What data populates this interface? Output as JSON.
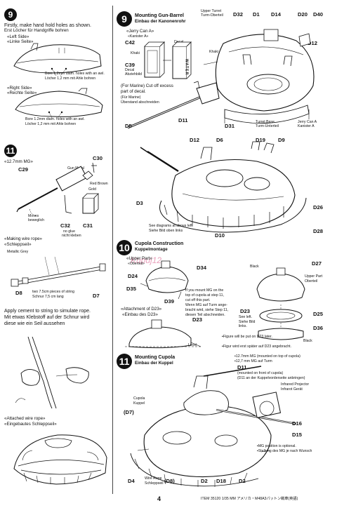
{
  "left": {
    "step9_num": "9",
    "step9_line1": "Firstly, make hand hold holes as shown.",
    "step9_line2": "Erst Löcher für Handgriffe bohren",
    "left_side_en": "«Left Side»",
    "left_side_de": "«Linke Seite»",
    "bore1_en": "Bore 1.2mm diam. holes with an awl.",
    "bore1_de": "Löcher 1,2 mm mit Ahle bohren",
    "right_side_en": "«Right Side»",
    "right_side_de": "«Rechte Seite»",
    "bore2_en": "Bore 1.2mm diam. holes with an awl.",
    "bore2_de": "Löcher 1,2 mm mit Ahle bohren",
    "step11_num": "11",
    "mg_title": "«12.7mm MG»",
    "gun_metal": "Gun Metal",
    "red_brown": "Red Brown",
    "gold": "Gold",
    "moves_en": "Moves",
    "moves_de": "beweglich",
    "no_glue_en": "no glue",
    "no_glue_de": "nicht kleben",
    "wire_rope_en": "«Making wire rope»",
    "wire_rope_de": "«Schleppseil»",
    "metallic_grey": "Metallic Grey",
    "string_en": "two 7.5cm pieces of string",
    "string_de": "Schnur 7,5 cm lang",
    "cement_1": "Apply cement to string to simulate rope.",
    "cement_2": "Mit etwas Klebstoff auf der Schnur wird",
    "cement_3": "diese wie ein Seil aussehen",
    "attached_en": "«Attached wire rope»",
    "attached_de": "«Eingebautes Schleppseil»",
    "parts": {
      "c30": "C30",
      "c29": "C29",
      "c32": "C32",
      "c31": "C31",
      "d8": "D8",
      "d7": "D7"
    }
  },
  "right": {
    "step9_num": "9",
    "step9_title_en": "Mounting Gun-Barrel",
    "step9_title_de": "Einbau der Kanonenrohr",
    "jerry_en": "«Jerry Can A»",
    "jerry_de": "«Kanister A»",
    "decal_en": "Decal",
    "decal_de": "Abziehbild",
    "khaki": "Khaki",
    "water": "WATER",
    "marine_1": "(For Marine) Cut off excess",
    "marine_2": "part of decal.",
    "marine_3": "(Für Marine)",
    "marine_4": "Überstand abschneiden",
    "upper_turret_en": "Upper Turret",
    "upper_turret_de": "Turm-Oberteil",
    "turret_base_en": "Turret Base",
    "turret_base_de": "Turm-Unterteil",
    "jerry2_en": "Jerry Can A",
    "jerry2_de": "Kanister A",
    "see_diag_en": "See diagrams at above left.",
    "see_diag_de": "Siehe Bild oben links",
    "step10_num": "10",
    "step10_title_en": "Cupola Construction",
    "step10_title_de": "Kuppelmontage",
    "upper_part_en": "«Upper Part»",
    "upper_part_de": "«Oberteil»",
    "ifmount_1": "If you mount MG on the",
    "ifmount_2": "top of cupola at step 11,",
    "ifmount_3": "cut off this part.",
    "ifmount_4": "Wenn MG auf Turm ange-",
    "ifmount_5": "bracht wird, siehe Step 11,",
    "ifmount_6": "diesen Teil abschneiden.",
    "attach_d23_en": "«Attachment of D23»",
    "attach_d23_de": "«Einbau des D23»",
    "level": "Level",
    "see_left_en": "See left.",
    "see_left_de": "Siehe Bild",
    "see_left_de2": "links.",
    "black": "Black",
    "upper_part2_en": "Upper Part",
    "upper_part2_de": "Oberteil",
    "figure_en": "▪Figure will be put on D23 later.",
    "figure_de": "▪Figur wird erst später auf D23 angebracht.",
    "step11_num": "11",
    "step11_title_en": "Mounting Cupola",
    "step11_title_de": "Einbau der Kuppel",
    "mg_top_en": "▪12.7mm MG (mounted on top of cupola)",
    "mg_top_de": "▪12,7 mm MG auf Turm",
    "mg_front_en": "(mounted on front of cupola)",
    "mg_front_de": "(D11 an der Kuppelvorderseite anbringen)",
    "infrared_en": "Infrared Projector",
    "infrared_de": "Infrarot Gerät",
    "cupola_en": "Cupola",
    "cupola_de": "Kuppel",
    "mg_pos_en": "▪MG position is optional.",
    "mg_pos_de": "▪Stellung des MG je nach Wunsch",
    "wire_rope_en": "Wire Rope",
    "wire_rope_de": "Schleppseil",
    "parts": {
      "d32": "D32",
      "d1a": "D1",
      "d14": "D14",
      "d20": "D20",
      "d40": "D40",
      "c42": "C42",
      "c39": "C39",
      "d12a": "D12",
      "d31": "D31",
      "d11a": "D11",
      "d5": "D5",
      "d12b": "D12",
      "d6": "D6",
      "d19": "D19",
      "d9": "D9",
      "d3": "D3",
      "d26": "D26",
      "d10": "D10",
      "d28": "D28",
      "d34": "D34",
      "d24": "D24",
      "d35": "D35",
      "d39": "D39",
      "d27": "D27",
      "d25": "D25",
      "d23a": "D23",
      "d23b": "D23",
      "d36": "D36",
      "d11b": "D11",
      "d7": "(D7)",
      "d4": "D4",
      "d8": "(D8)",
      "d2": "D2",
      "d18": "D18",
      "d16": "D16",
      "d15": "D15"
    }
  },
  "page_number": "4",
  "footer": "ITEM 35120  1/35 MM アメリカ・M48A3パットン戦車(英語)",
  "watermark": "Kupuj12"
}
